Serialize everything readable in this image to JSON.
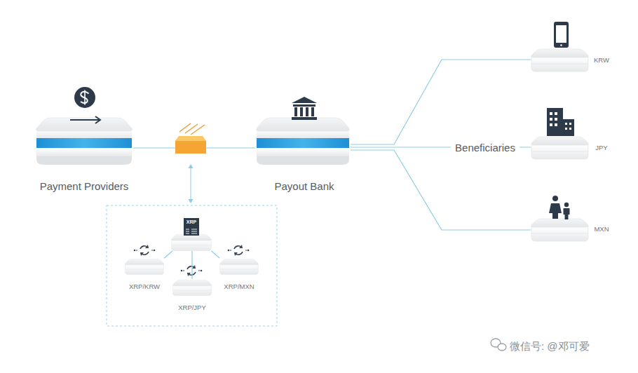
{
  "diagram": {
    "nodes": [
      {
        "text": [
          "Payment Providers"
        ]
      },
      {
        "text": [
          "Payout Bank"
        ]
      },
      {
        "text": [
          "XRP"
        ]
      },
      {
        "text": [
          "XRP/KRW"
        ]
      },
      {
        "text": [
          "XRP/JPY"
        ]
      },
      {
        "text": [
          "XRP/MXN"
        ]
      },
      {
        "text": [
          "KRW"
        ]
      },
      {
        "text": [
          "JPY"
        ]
      },
      {
        "text": [
          "MXN"
        ]
      }
    ],
    "edges": [
      {
        "from": 0,
        "to": 1,
        "arrow": "none"
      },
      {
        "from": 2,
        "to": 3,
        "arrow": "none"
      },
      {
        "from": 2,
        "to": 4,
        "arrow": "none"
      },
      {
        "from": 2,
        "to": 5,
        "arrow": "none"
      },
      {
        "from": 1,
        "to": 6,
        "arrow": "none"
      },
      {
        "from": 1,
        "to": 7,
        "arrow": "none"
      },
      {
        "from": 1,
        "to": 8,
        "arrow": "none"
      }
    ],
    "labels": [
      "Beneficiaries",
      "微信号: @邓可爱"
    ]
  }
}
